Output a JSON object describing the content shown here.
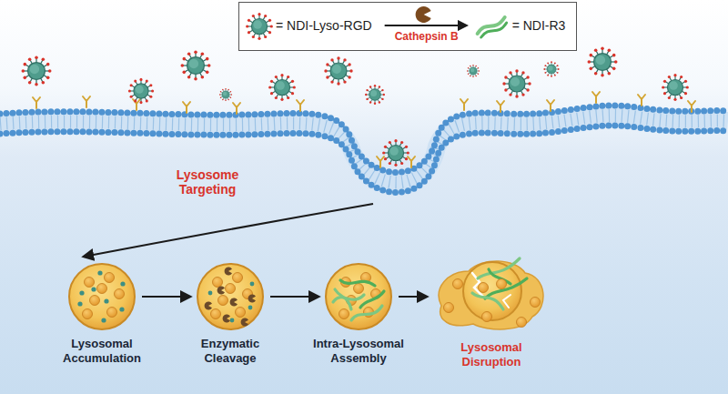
{
  "diagram": {
    "nodes": [
      {
        "text": [
          "= NDI-Lyso-RGD",
          "Cathepsin B",
          "= NDI-R3"
        ]
      },
      {
        "text": [
          "Lysosomal Accumulation"
        ]
      },
      {
        "text": [
          "Enzymatic Cleavage"
        ]
      },
      {
        "text": [
          "Intra-Lysosomal Assembly"
        ]
      },
      {
        "text": [
          "Lysosomal Disruption"
        ]
      }
    ],
    "edges": [
      {
        "from": 1,
        "to": 2,
        "arrow": "to"
      },
      {
        "from": 2,
        "to": 3,
        "arrow": "to"
      },
      {
        "from": 3,
        "to": 4,
        "arrow": "to"
      }
    ],
    "labels": [
      "Lysosome Targeting"
    ]
  }
}
